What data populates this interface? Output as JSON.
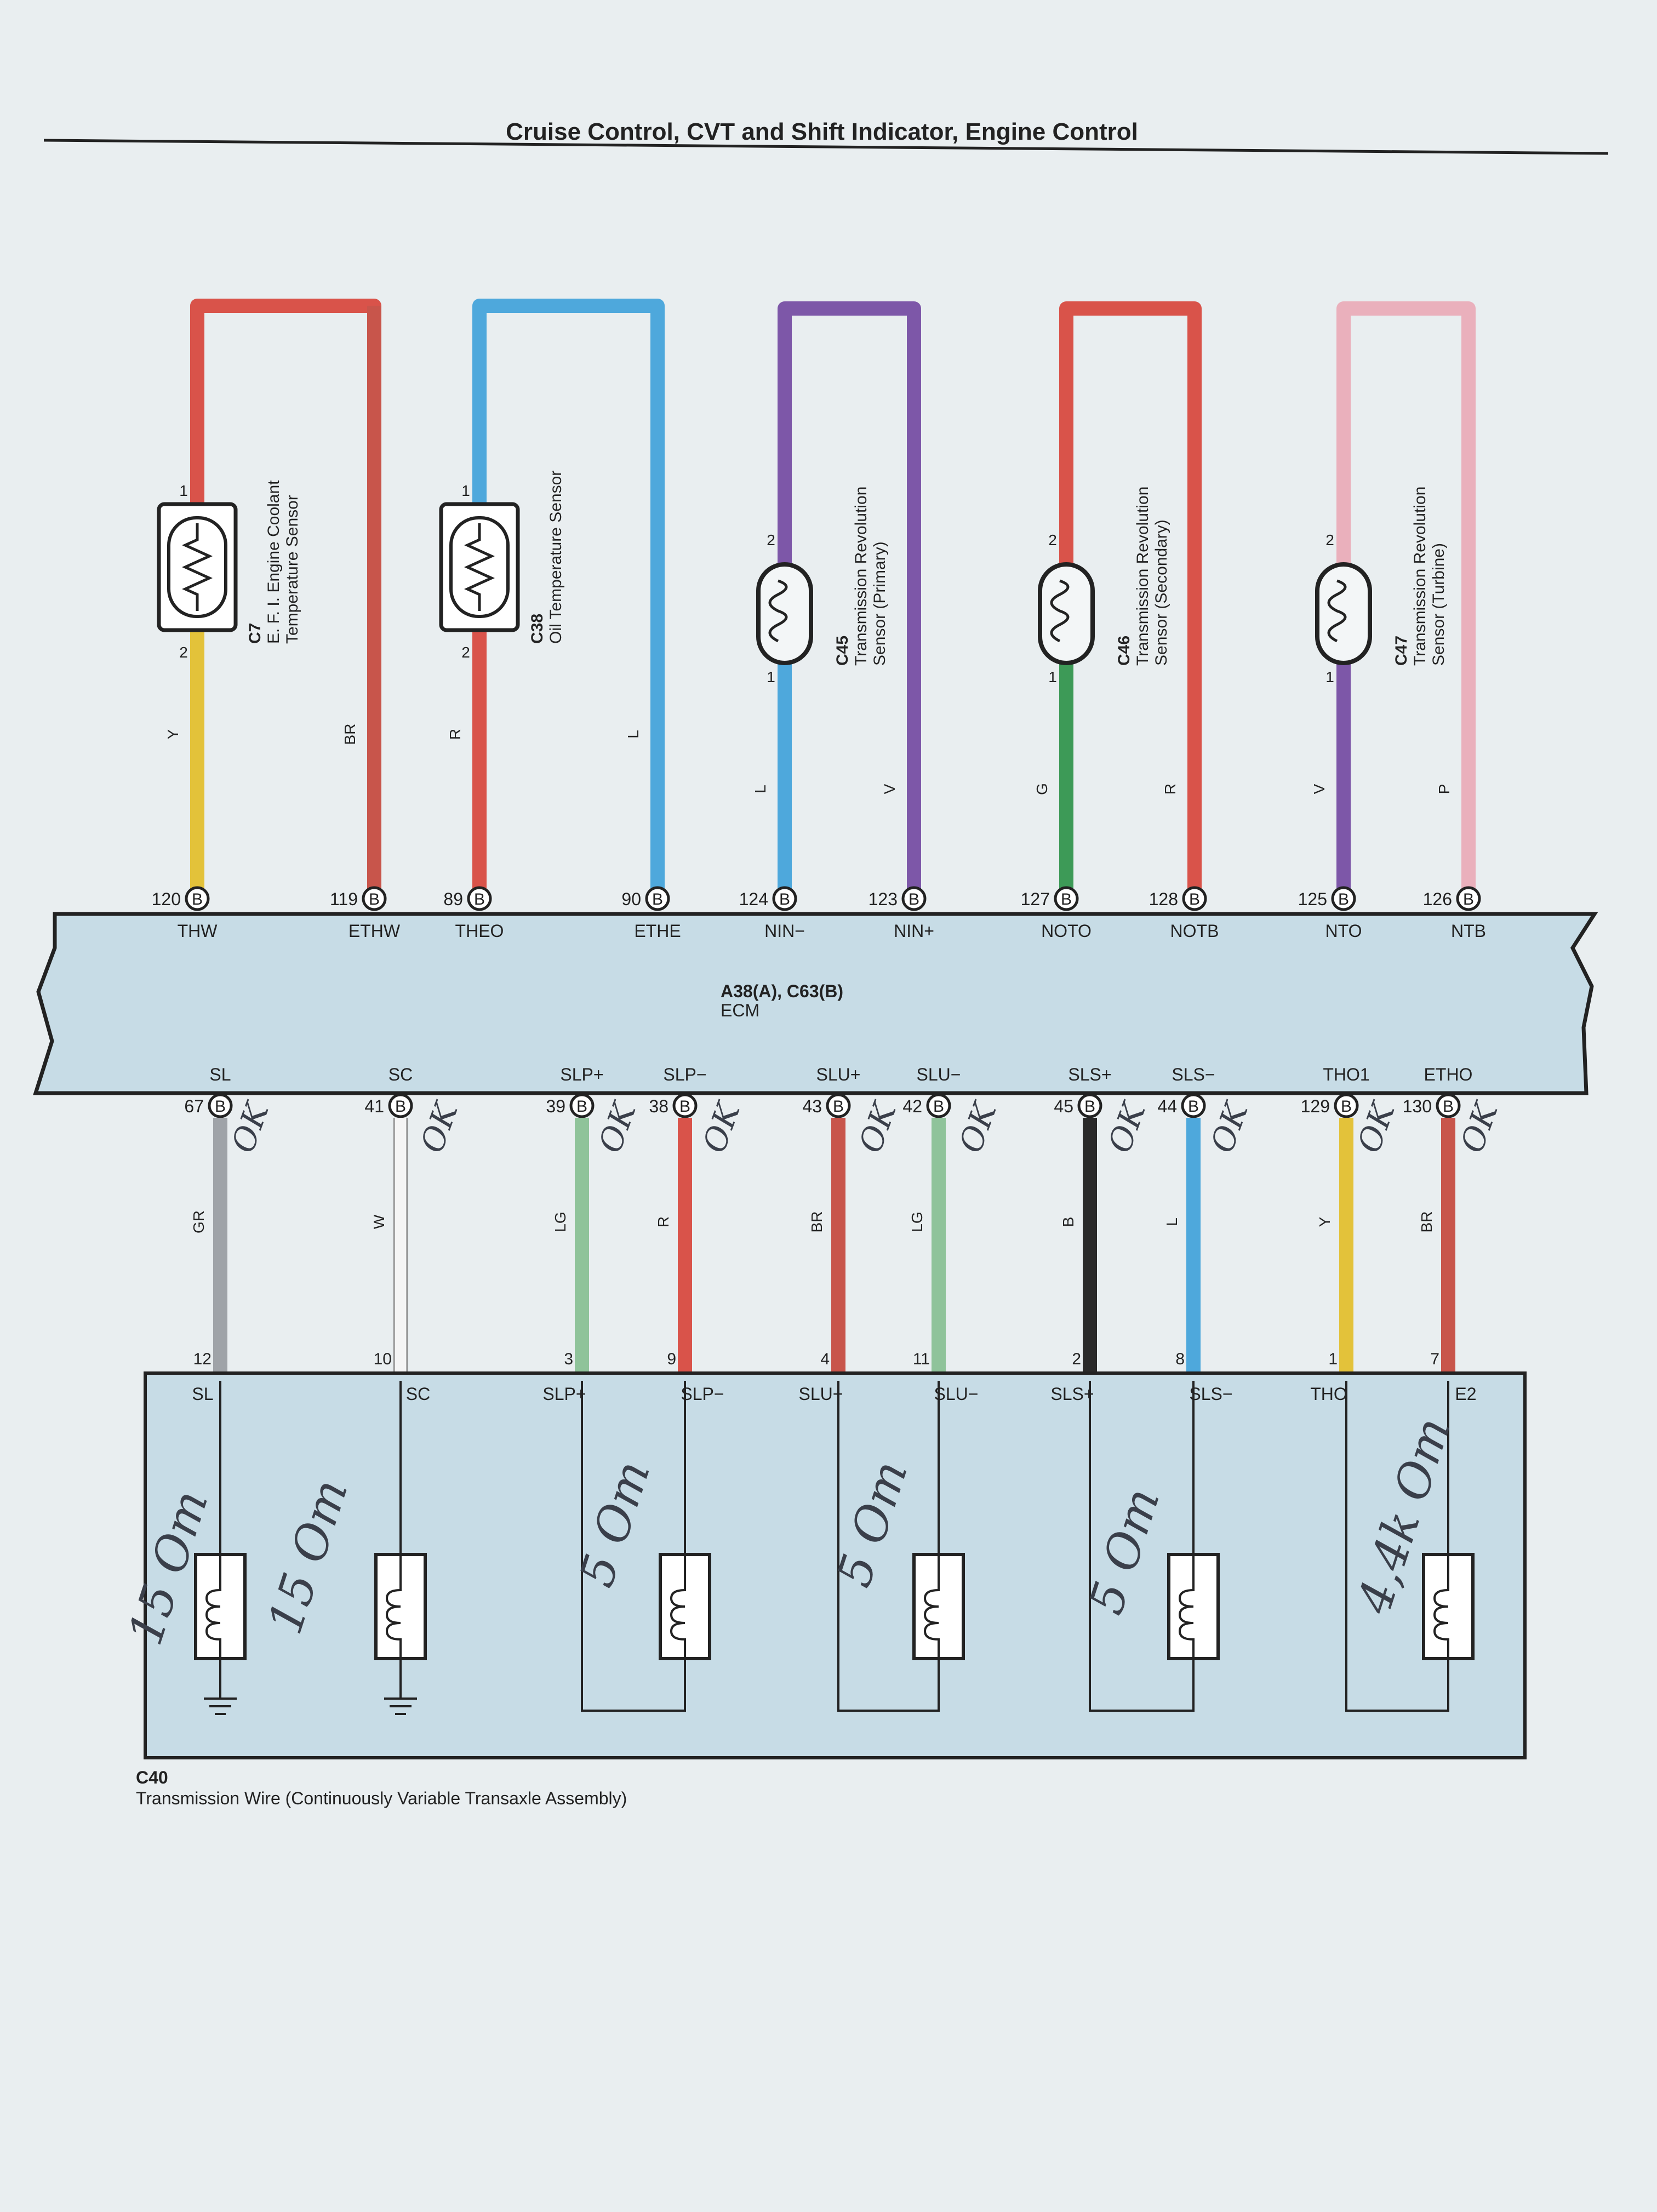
{
  "page_title": "Cruise Control, CVT and Shift Indicator, Engine Control",
  "colors": {
    "R": "#d9534a",
    "BR": "#c8554b",
    "L": "#4ea8dc",
    "Y": "#e3c23a",
    "V": "#7d57a8",
    "G": "#3d9a57",
    "P": "#eab0bc",
    "GR": "#9fa3a8",
    "W": "#f5f5f5",
    "LG": "#8fc39a",
    "B": "#2a2a2a",
    "box_fill": "#c7dce6",
    "paper": "#e9eef0"
  },
  "sensors": [
    {
      "code": "C7",
      "name_lines": [
        "E. F. I.  Engine Coolant",
        "Temperature Sensor"
      ],
      "type": "thermistor",
      "top_wire_color": "R",
      "left": {
        "pin": "1",
        "wire": "",
        "pin2": "2",
        "wire2": "Y"
      },
      "right": {
        "wire": "BR"
      }
    },
    {
      "code": "C38",
      "name_lines": [
        "Oil Temperature Sensor"
      ],
      "type": "thermistor",
      "top_wire_color": "L",
      "left": {
        "pin": "1",
        "wire": "",
        "pin2": "2",
        "wire2": "R"
      },
      "right": {
        "wire": "L"
      }
    },
    {
      "code": "C45",
      "name_lines": [
        "Transmission Revolution",
        "Sensor (Primary)"
      ],
      "type": "coil",
      "top_wire_color": "V",
      "left": {
        "pin": "2",
        "wire": "V",
        "pin2": "1",
        "wire2": "L"
      },
      "right": {
        "wire": "V"
      }
    },
    {
      "code": "C46",
      "name_lines": [
        "Transmission Revolution",
        "Sensor (Secondary)"
      ],
      "type": "coil",
      "top_wire_color": "R",
      "left": {
        "pin": "2",
        "wire": "R",
        "pin2": "1",
        "wire2": "G"
      },
      "right": {
        "wire": "R"
      }
    },
    {
      "code": "C47",
      "name_lines": [
        "Transmission Revolution",
        "Sensor (Turbine)"
      ],
      "type": "coil",
      "top_wire_color": "P",
      "left": {
        "pin": "2",
        "wire": "V",
        "pin2": "1",
        "wire2": "V"
      },
      "right": {
        "wire": "P"
      }
    }
  ],
  "ecm": {
    "label": "A38(A), C63(B)",
    "sublabel": "ECM",
    "connector_letter": "B",
    "top_pins": [
      {
        "num": "120",
        "name": "THW"
      },
      {
        "num": "119",
        "name": "ETHW"
      },
      {
        "num": "89",
        "name": "THEO"
      },
      {
        "num": "90",
        "name": "ETHE"
      },
      {
        "num": "124",
        "name": "NIN−"
      },
      {
        "num": "123",
        "name": "NIN+"
      },
      {
        "num": "127",
        "name": "NOTO"
      },
      {
        "num": "128",
        "name": "NOTB"
      },
      {
        "num": "125",
        "name": "NTO"
      },
      {
        "num": "126",
        "name": "NTB"
      }
    ],
    "bottom_pins": [
      {
        "num": "67",
        "name": "SL"
      },
      {
        "num": "41",
        "name": "SC"
      },
      {
        "num": "39",
        "name": "SLP+"
      },
      {
        "num": "38",
        "name": "SLP−"
      },
      {
        "num": "43",
        "name": "SLU+"
      },
      {
        "num": "42",
        "name": "SLU−"
      },
      {
        "num": "45",
        "name": "SLS+"
      },
      {
        "num": "44",
        "name": "SLS−"
      },
      {
        "num": "129",
        "name": "THO1"
      },
      {
        "num": "130",
        "name": "ETHO"
      }
    ]
  },
  "bottom_wires": [
    {
      "color": "GR",
      "c40_pin": "12",
      "c40_name": "SL"
    },
    {
      "color": "W",
      "c40_pin": "10",
      "c40_name": "SC"
    },
    {
      "color": "LG",
      "c40_pin": "3",
      "c40_name": "SLP+"
    },
    {
      "color": "R",
      "c40_pin": "9",
      "c40_name": "SLP−"
    },
    {
      "color": "BR",
      "c40_pin": "4",
      "c40_name": "SLU+"
    },
    {
      "color": "LG",
      "c40_pin": "11",
      "c40_name": "SLU−"
    },
    {
      "color": "B",
      "c40_pin": "2",
      "c40_name": "SLS+"
    },
    {
      "color": "L",
      "c40_pin": "8",
      "c40_name": "SLS−"
    },
    {
      "color": "Y",
      "c40_pin": "1",
      "c40_name": "THO"
    },
    {
      "color": "BR",
      "c40_pin": "7",
      "c40_name": "E2"
    }
  ],
  "c40": {
    "code": "C40",
    "name": "Transmission Wire (Continuously Variable Transaxle Assembly)"
  },
  "handwriting": {
    "ok": "OK",
    "resistances": [
      "15 Om",
      "15 Om",
      "5 Om",
      "5 Om",
      "5 Om",
      "4,4k Om"
    ]
  }
}
